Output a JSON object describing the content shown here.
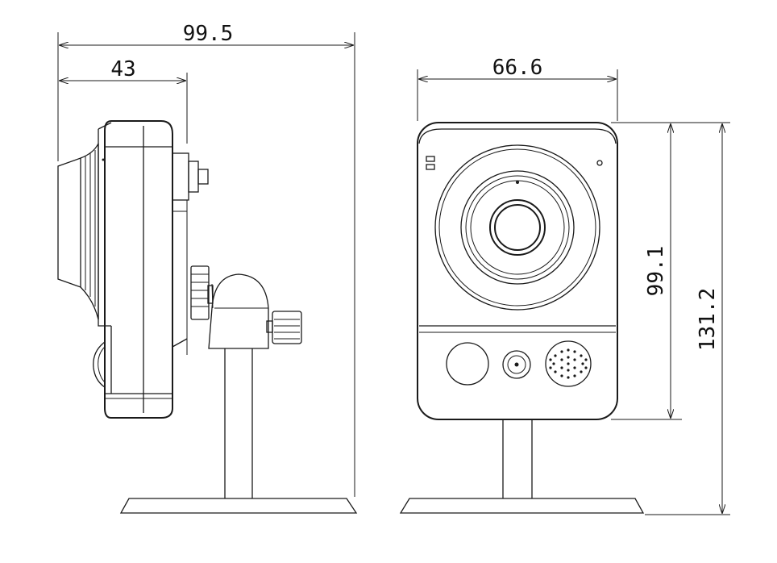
{
  "dimensions": {
    "side_depth_total": "99.5",
    "side_depth_body": "43",
    "front_width": "66.6",
    "front_body_height": "99.1",
    "total_height": "131.2"
  },
  "colors": {
    "line": "#1a1a1a",
    "background": "#ffffff"
  },
  "views": [
    "side-view",
    "front-view"
  ]
}
